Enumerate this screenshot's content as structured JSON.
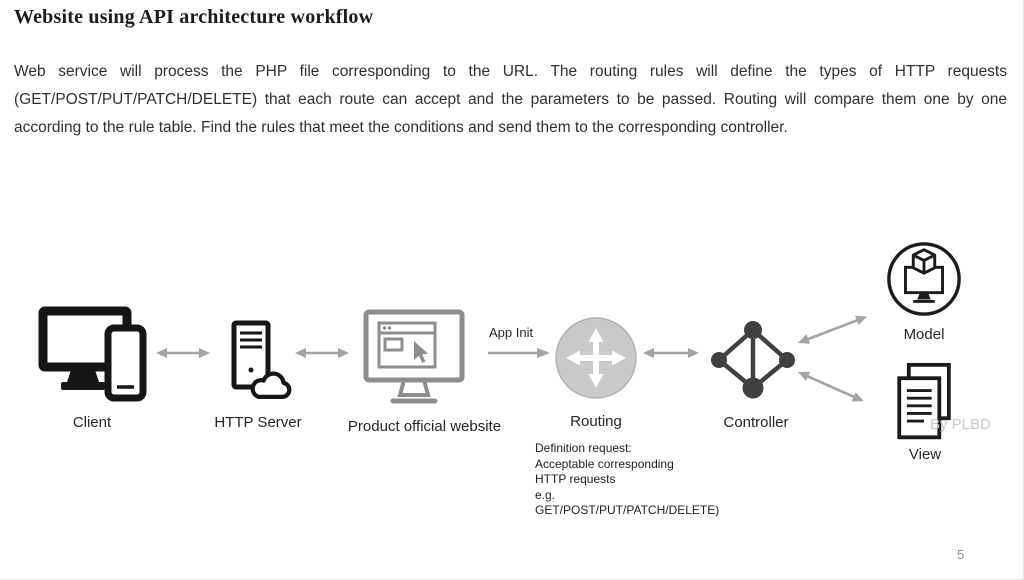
{
  "slide": {
    "title": "Website using API architecture workflow",
    "paragraph": "Web service will process the PHP file corresponding to the URL. The routing rules will define the types of HTTP requests (GET/POST/PUT/PATCH/DELETE) that each route can accept and the parameters to be passed. Routing will compare them one by one according to the rule table. Find the rules that meet the conditions and send them to the corresponding controller.",
    "watermark": "By PLBD",
    "page_number": "5"
  },
  "diagram": {
    "nodes": {
      "client": {
        "label": "Client"
      },
      "http_server": {
        "label": "HTTP Server"
      },
      "website": {
        "label": "Product official website"
      },
      "routing": {
        "label": "Routing"
      },
      "controller": {
        "label": "Controller"
      },
      "model": {
        "label": "Model"
      },
      "view": {
        "label": "View"
      }
    },
    "edges": {
      "app_init_label": "App Init"
    },
    "routing_note": [
      "Definition request:",
      "Acceptable corresponding",
      "HTTP requests",
      "e.g.",
      "GET/POST/PUT/PATCH/DELETE)"
    ]
  },
  "colors": {
    "icon_dark": "#1c1c1c",
    "icon_gray": "#8d8d8d",
    "arrow_gray": "#a3a3a3",
    "routing_circle_fill": "#c9c9c9",
    "controller_dark": "#404040",
    "watermark_gray": "#c9c9c9"
  }
}
